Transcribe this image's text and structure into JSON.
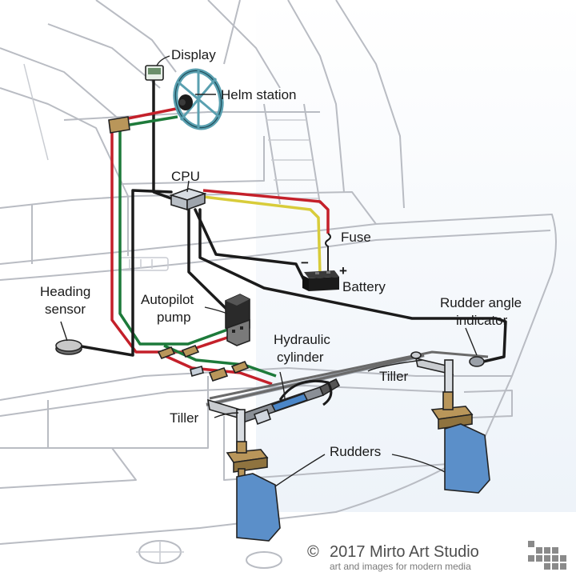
{
  "labels": {
    "display": "Display",
    "helm_station": "Helm station",
    "cpu": "CPU",
    "fuse": "Fuse",
    "battery": "Battery",
    "battery_minus": "−",
    "battery_plus": "+",
    "heading_sensor_line1": "Heading",
    "heading_sensor_line2": "sensor",
    "autopilot_pump_line1": "Autopilot",
    "autopilot_pump_line2": "pump",
    "hydraulic_cylinder_line1": "Hydraulic",
    "hydraulic_cylinder_line2": "cylinder",
    "rudder_angle_line1": "Rudder angle",
    "rudder_angle_line2": "indicator",
    "tiller_right": "Tiller",
    "tiller_left": "Tiller",
    "rudders": "Rudders"
  },
  "footer": {
    "copyright_symbol": "©",
    "copyright_text": "2017 Mirto Art Studio",
    "tagline": "art and images for modern media"
  },
  "colors": {
    "wire_black": "#1b1b1b",
    "wire_red": "#c4202a",
    "wire_green": "#1d7a3a",
    "wire_yellow": "#d8cc3a",
    "rudder_blue": "#5b8fc9",
    "bracket_tan": "#b9965a",
    "hull_ghost": "#b9bcc3"
  }
}
